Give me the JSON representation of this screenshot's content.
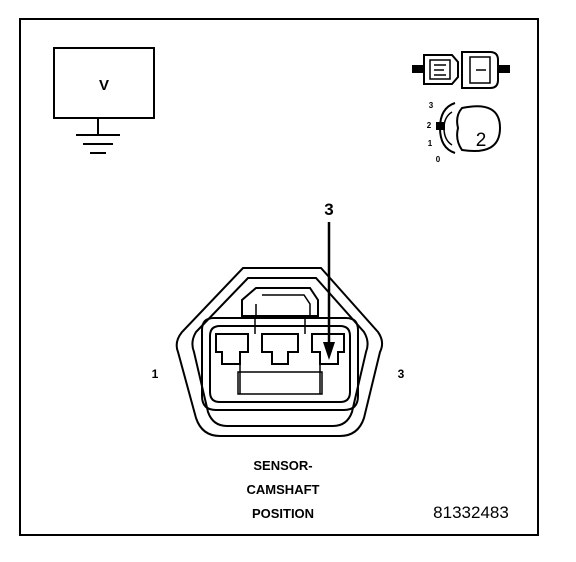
{
  "meter": {
    "symbol": "V"
  },
  "switch_scale": {
    "labels": [
      "3",
      "2",
      "1",
      "0"
    ],
    "selected": "2"
  },
  "connector": {
    "callout_pin": "3",
    "left_pin": "1",
    "right_pin": "3",
    "caption_lines": [
      "SENSOR-",
      "CAMSHAFT",
      "POSITION"
    ]
  },
  "figure_id": "81332483",
  "colors": {
    "ink": "#000000",
    "paper": "#ffffff"
  }
}
